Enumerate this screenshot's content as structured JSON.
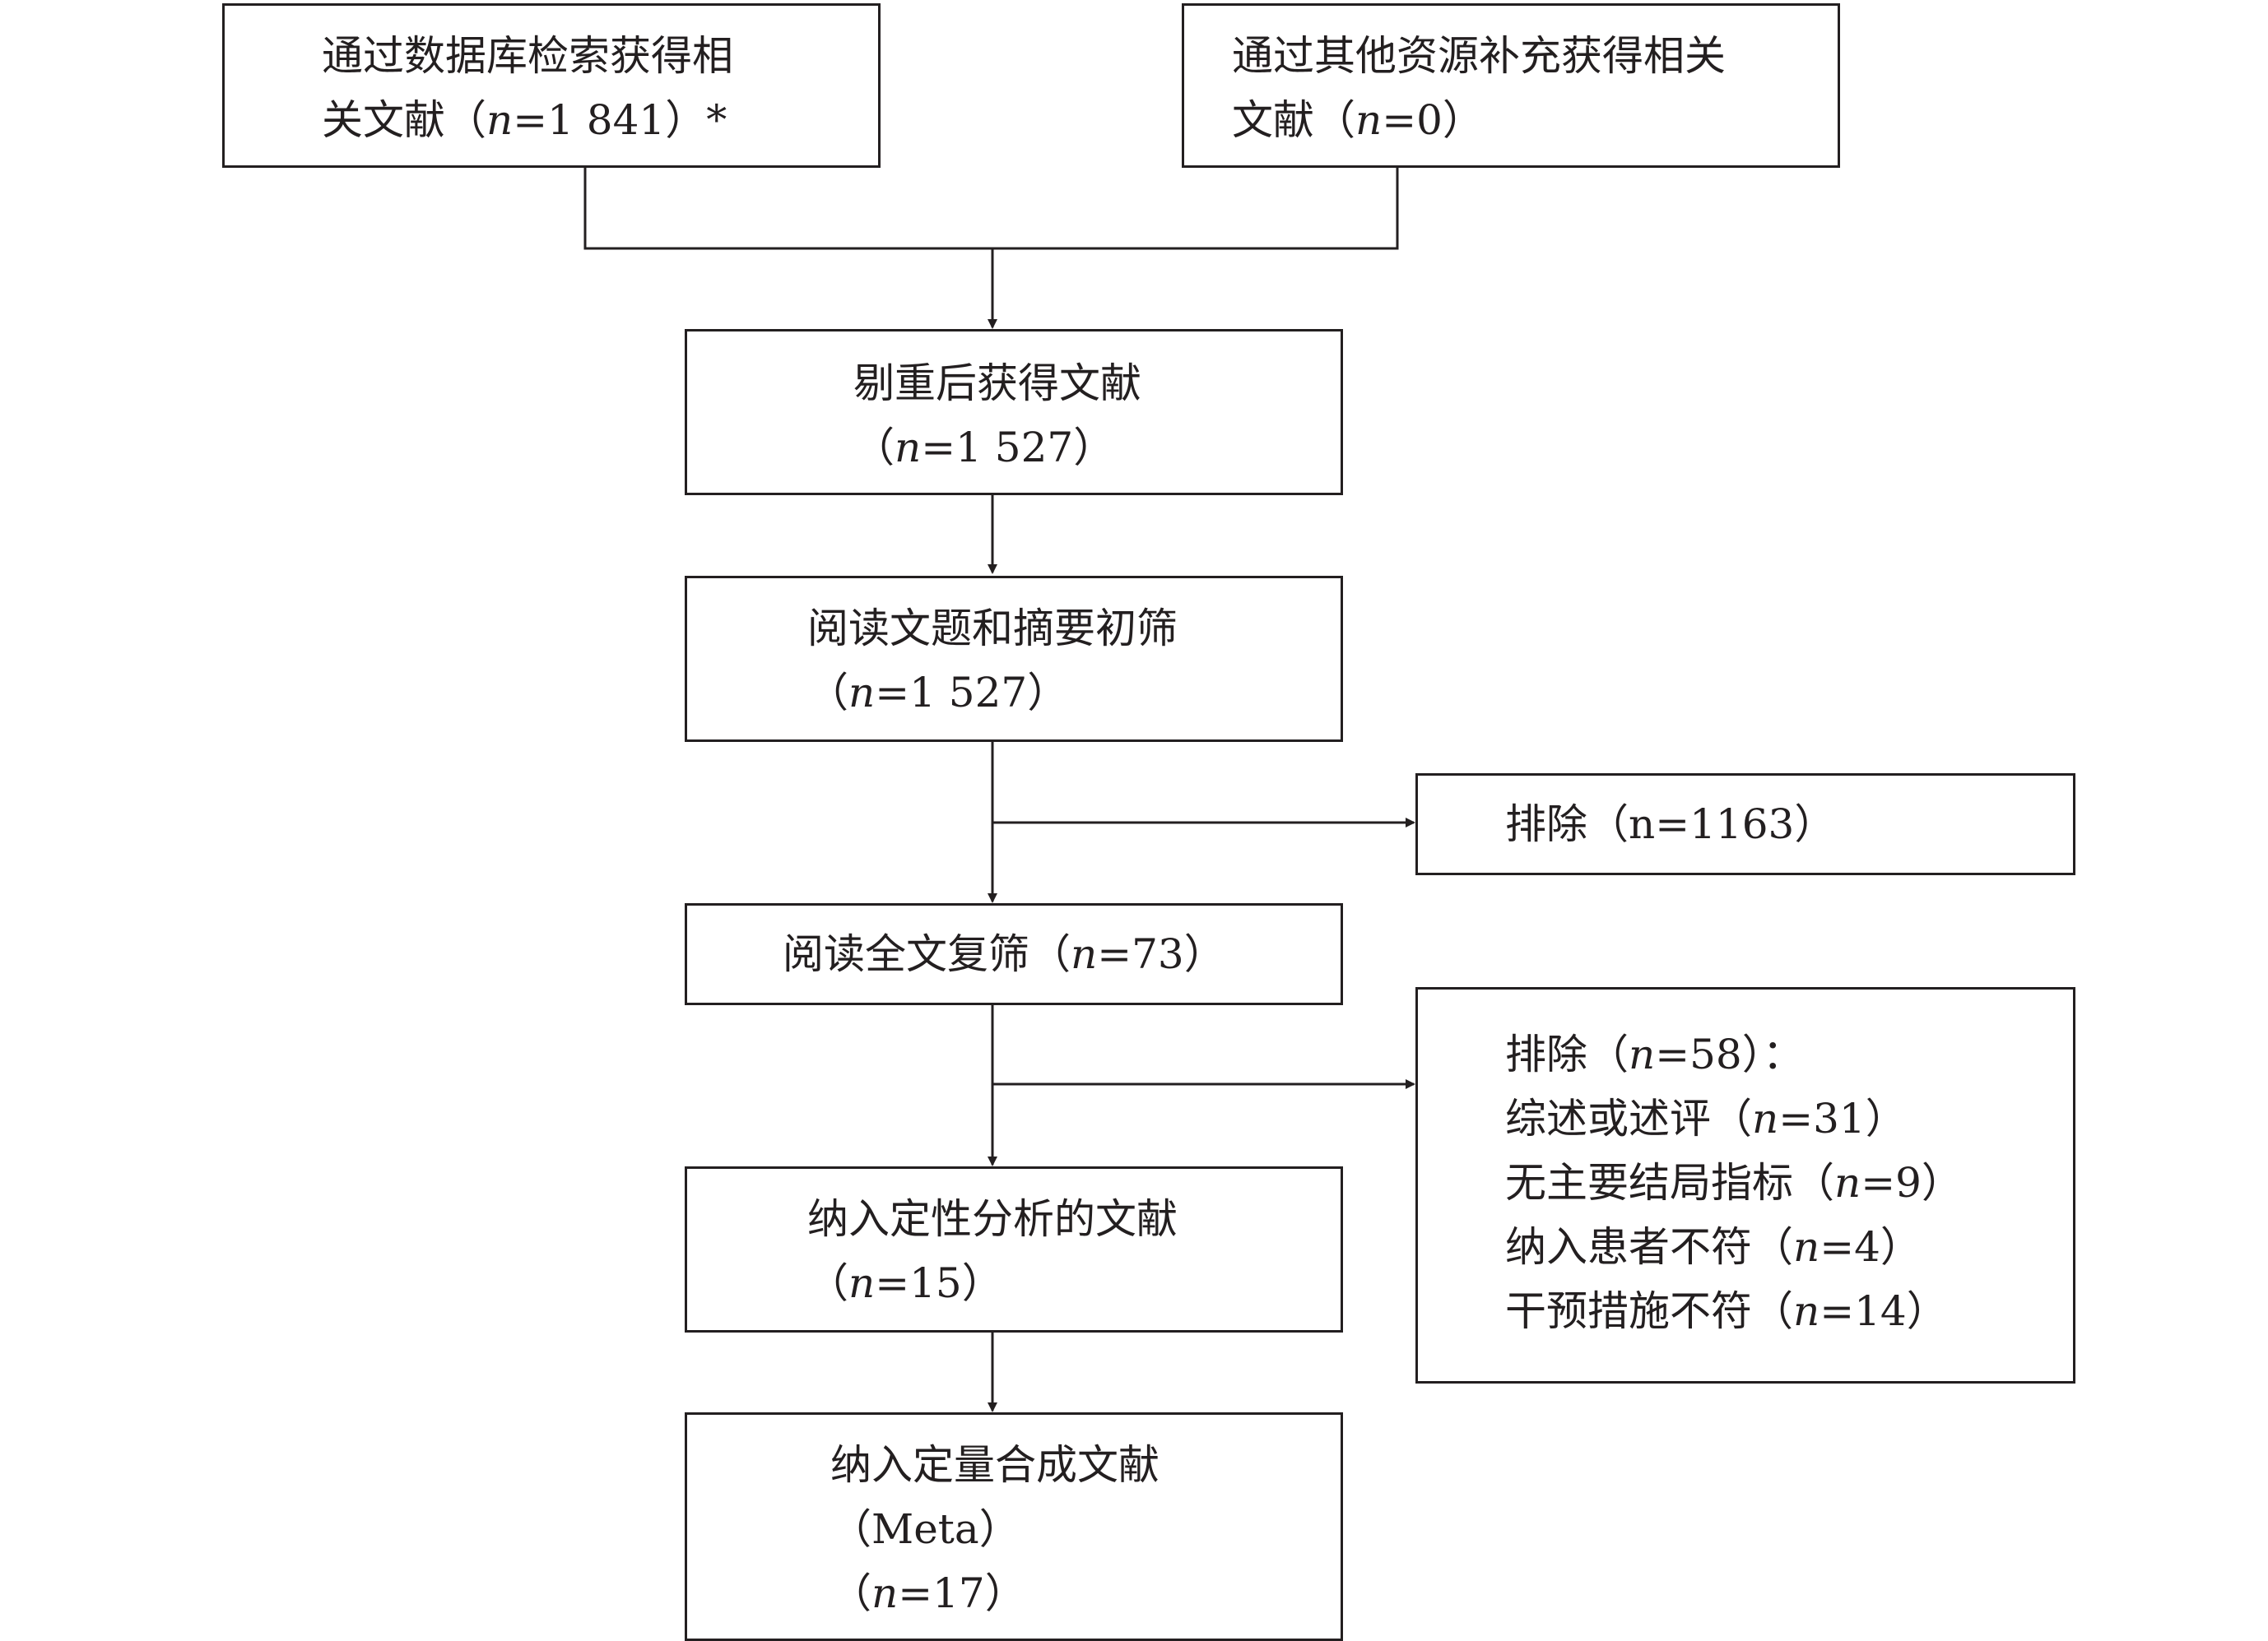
{
  "boxes": {
    "db_search": {
      "line1": "通过数据库检索获得相",
      "line2_pre": "关文献（",
      "n": "n",
      "line2_post": "=1 841）*"
    },
    "other_sources": {
      "line1": "通过其他资源补充获得相关",
      "line2_pre": "文献（",
      "n": "n",
      "line2_post": "=0）"
    },
    "dedup": {
      "line1": "剔重后获得文献",
      "line2_pre": "（",
      "n": "n",
      "line2_post": "=1 527）"
    },
    "title_abstract": {
      "line1": "阅读文题和摘要初筛",
      "line2_pre": "（",
      "n": "n",
      "line2_post": "=1 527）"
    },
    "excluded_1": {
      "line1": "排除（n=1163）"
    },
    "full_text": {
      "line1_pre": "阅读全文复筛（",
      "n": "n",
      "line1_post": "=73）"
    },
    "excluded_2": {
      "header_pre": "排除（",
      "header_n": "n",
      "header_post": "=58）：",
      "reasons": [
        {
          "pre": "综述或述评（",
          "n": "n",
          "post": "=31）"
        },
        {
          "pre": "无主要结局指标（",
          "n": "n",
          "post": "=9）"
        },
        {
          "pre": "纳入患者不符（",
          "n": "n",
          "post": "=4）"
        },
        {
          "pre": "干预措施不符（",
          "n": "n",
          "post": "=14）"
        }
      ]
    },
    "qualitative": {
      "line1": "纳入定性分析的文献",
      "line2_pre": "（",
      "n": "n",
      "line2_post": "=15）"
    },
    "quantitative": {
      "line1": "纳入定量合成文献",
      "line2": "（Meta）",
      "line3_pre": "（",
      "n": "n",
      "line3_post": "=17）"
    }
  },
  "colors": {
    "stroke": "#231f20",
    "background": "#ffffff"
  }
}
